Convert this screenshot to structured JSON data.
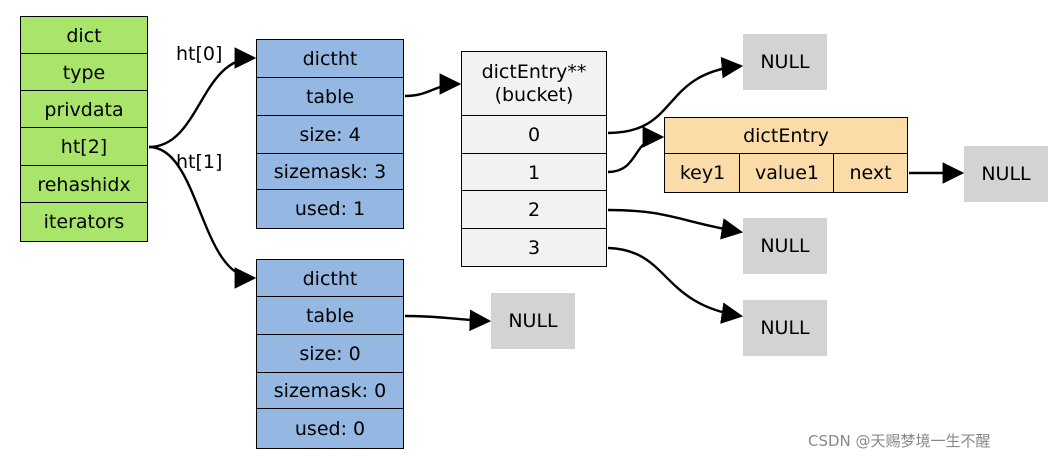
{
  "dict": {
    "fields": [
      "dict",
      "type",
      "privdata",
      "ht[2]",
      "rehashidx",
      "iterators"
    ]
  },
  "edge_labels": {
    "ht0": "ht[0]",
    "ht1": "ht[1]"
  },
  "dictht0": {
    "fields": [
      "dictht",
      "table",
      "size: 4",
      "sizemask: 3",
      "used: 1"
    ]
  },
  "dictht1": {
    "fields": [
      "dictht",
      "table",
      "size: 0",
      "sizemask: 0",
      "used: 0"
    ]
  },
  "bucket": {
    "title": "dictEntry**",
    "subtitle": "(bucket)",
    "slots": [
      "0",
      "1",
      "2",
      "3"
    ]
  },
  "entry": {
    "title": "dictEntry",
    "key": "key1",
    "value": "value1",
    "next": "next"
  },
  "null_text": "NULL",
  "watermark": "CSDN @天赐梦境一生不醒",
  "colors": {
    "dict": "#a9e46b",
    "dictht": "#94b8e2",
    "bucket": "#f2f2f2",
    "entry": "#fbdba8",
    "null": "#d3d3d3"
  }
}
